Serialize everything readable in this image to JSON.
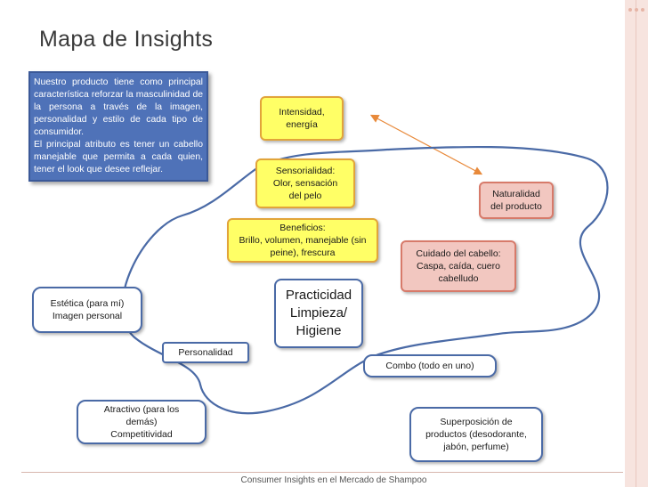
{
  "title": "Mapa de Insights",
  "description": "Nuestro producto tiene como principal característica reforzar la masculinidad de la persona a través de la imagen, personalidad y estilo de cada tipo de consumidor.\nEl principal atributo es tener un cabello manejable que permita a cada quien, tener el look que desee reflejar.",
  "nodes": {
    "intensidad": "Intensidad,\nenergía",
    "sensorialidad": "Sensorialidad:\nOlor, sensación\ndel pelo",
    "naturalidad": "Naturalidad\ndel producto",
    "beneficios": "Beneficios:\nBrillo, volumen, manejable (sin\npeine), frescura",
    "cuidado": "Cuidado del cabello:\nCaspa, caída, cuero\ncabelludo",
    "estetica": "Estética (para mí)\nImagen personal",
    "centro": "Practicidad\nLimpieza/\nHigiene",
    "personalidad": "Personalidad",
    "combo": "Combo (todo en uno)",
    "atractivo": "Atractivo (para los\ndemás)\nCompetitividad",
    "superposicion": "Superposición de\nproductos (desodorante,\njabón, perfume)"
  },
  "footer": "Consumer Insights en el Mercado de Shampoo",
  "colors": {
    "description_bg": "#4f72b8",
    "yellow_node": "#ffff66",
    "pink_node": "#f2c7c0",
    "connector": "#4a6aa6",
    "arrow": "#e8893a"
  }
}
